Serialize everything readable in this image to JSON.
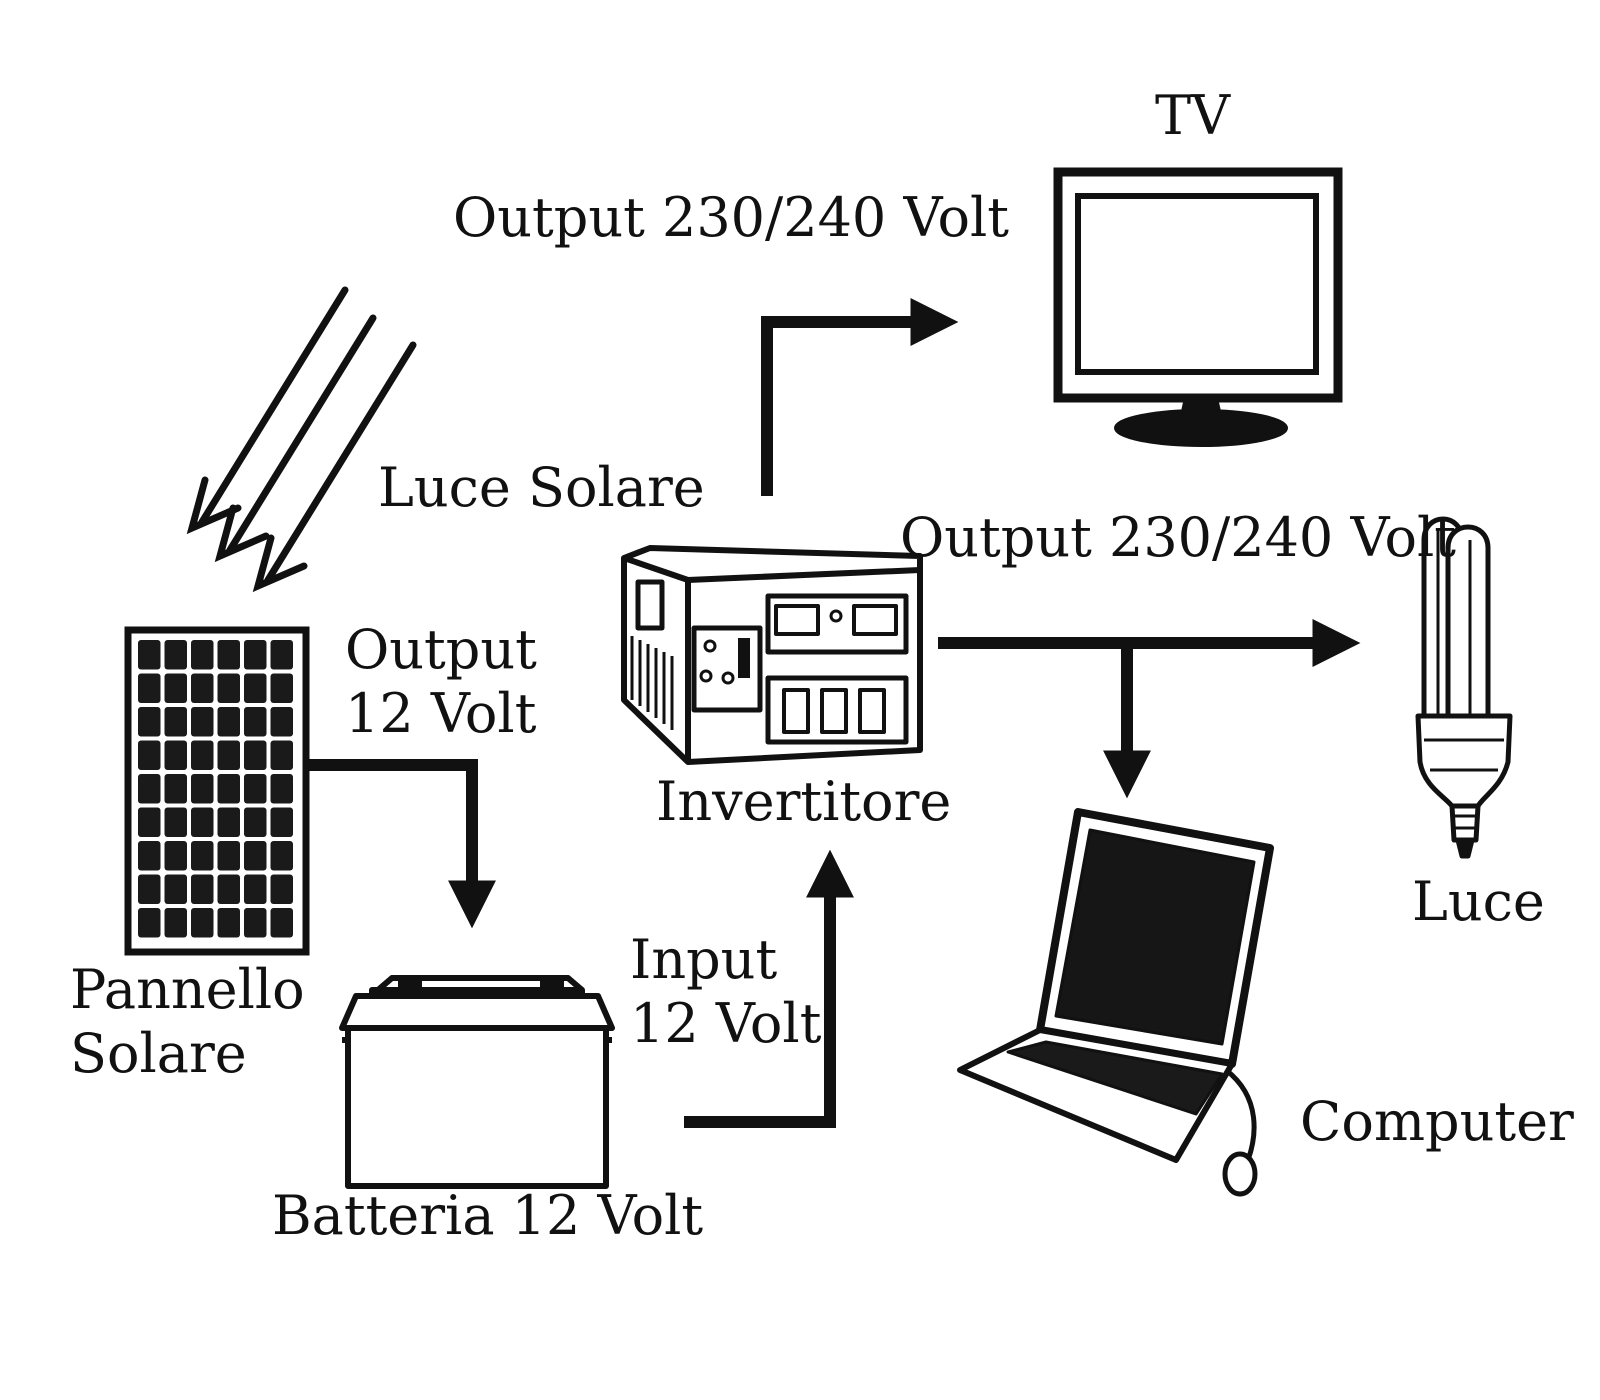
{
  "labels": {
    "tv": "TV",
    "output_tv": "Output 230/240 Volt",
    "luce_solare": "Luce Solare",
    "output_main": "Output 230/240 Volt",
    "output_12_line1": "Output",
    "output_12_line2": "12 Volt",
    "invertitore": "Invertitore",
    "luce": "Luce",
    "pannello_line1": "Pannello",
    "pannello_line2": "Solare",
    "input_12_line1": "Input",
    "input_12_line2": "12 Volt",
    "computer": "Computer",
    "batteria": "Batteria 12 Volt"
  },
  "icons": {
    "solar_panel": "solar-panel-icon",
    "battery": "battery-icon",
    "inverter": "inverter-icon",
    "tv": "tv-icon",
    "bulb": "cfl-bulb-icon",
    "laptop": "laptop-icon",
    "sunlight": "sunlight-rays-icon"
  },
  "colors": {
    "ink": "#111111",
    "background": "#ffffff"
  }
}
